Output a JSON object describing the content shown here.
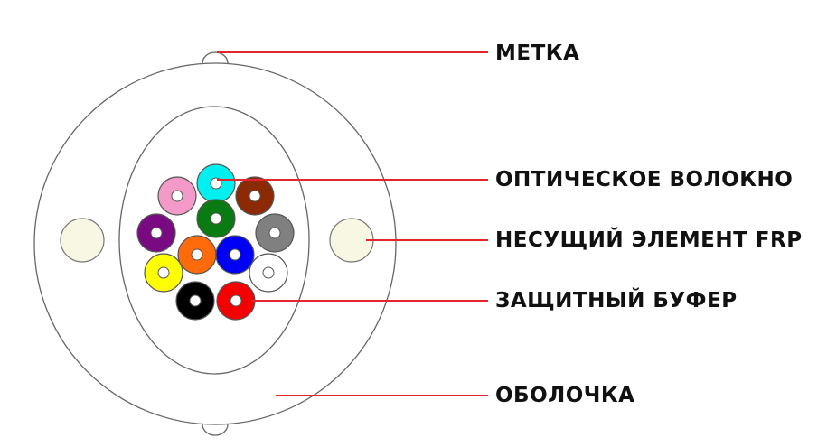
{
  "labels": {
    "marker": "МЕТКА",
    "optical_fiber": "ОПТИЧЕСКОЕ ВОЛОКНО",
    "frp": "НЕСУЩИЙ ЭЛЕМЕНТ FRP",
    "buffer": "ЗАЩИТНЫЙ БУФЕР",
    "sheath": "ОБОЛОЧКА"
  },
  "colors": {
    "leader_line": "#e3262b",
    "frp_fill": "#f7f7e4",
    "outline": "#666666"
  },
  "fibers": [
    {
      "name": "cyan",
      "color": "#00f0f0"
    },
    {
      "name": "pink",
      "color": "#f39ac8"
    },
    {
      "name": "brown",
      "color": "#8b2a05"
    },
    {
      "name": "green",
      "color": "#0a7a12"
    },
    {
      "name": "purple",
      "color": "#7a0a82"
    },
    {
      "name": "gray",
      "color": "#808080"
    },
    {
      "name": "orange",
      "color": "#ff6a0a"
    },
    {
      "name": "blue",
      "color": "#0000f5"
    },
    {
      "name": "yellow",
      "color": "#ffff00"
    },
    {
      "name": "white",
      "color": "#ffffff"
    },
    {
      "name": "black",
      "color": "#000000"
    },
    {
      "name": "red",
      "color": "#f50000"
    }
  ]
}
